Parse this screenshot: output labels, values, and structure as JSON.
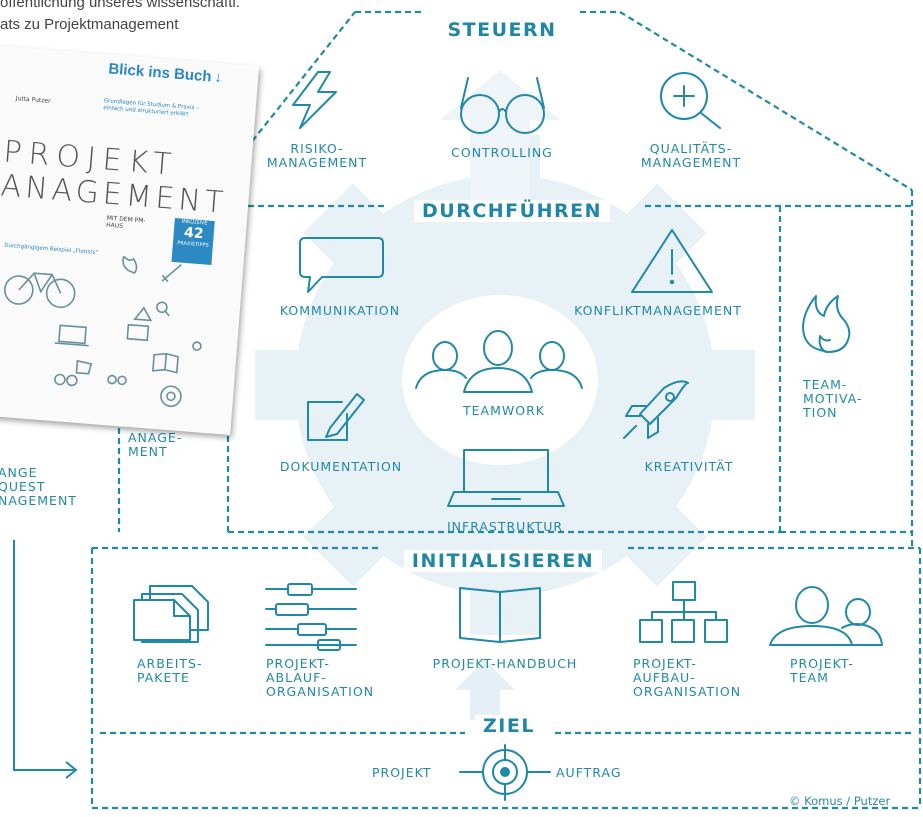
{
  "caption": {
    "line1": "öffentlichung unseres wissenschaftl.",
    "line2": "ats zu Projektmanagement"
  },
  "book": {
    "badge": "Blick ins Buch",
    "authors": "Jutta Putzer",
    "subtitle": "Grundlagen für Studium & Praxis – einfach und strukturiert erklärt",
    "title_line1": "PROJEKT",
    "title_line2": "ANAGEMENT",
    "with_line": "MIT DEM PM-HAUS",
    "tag": "Durchgängigem Beispiel „Florists“",
    "sticker_top": "INKLUSIVE",
    "sticker_num": "42",
    "sticker_bottom": "PRAXISTIPPS"
  },
  "sections": {
    "steuern": "STEUERN",
    "durchfuehren": "DURCHFÜHREN",
    "initialisieren": "INITIALISIEREN",
    "ziel": "ZIEL"
  },
  "steuern_items": {
    "risiko": "RISIKO-\nMANAGEMENT",
    "controlling": "CONTROLLING",
    "qualitaet": "QUALITÄTS-\nMANAGEMENT"
  },
  "durch_items": {
    "kommunikation": "KOMMUNIKATION",
    "konflikt": "KONFLIKTMANAGEMENT",
    "teamwork": "TEAMWORK",
    "dokumentation": "DOKUMENTATION",
    "kreativitaet": "KREATIVITÄT",
    "infrastruktur": "INFRASTRUKTUR",
    "team_motivation": "TEAM-\nMOTIVA-\nTION"
  },
  "left_pillar": {
    "partial": "ANAGE-\nMENT",
    "change": "ANGE\nQUEST\nNAGEMENT"
  },
  "init_items": {
    "arbeitspakete": "ARBEITS-\nPAKETE",
    "ablauf": "PROJEKT-\nABLAUF-\nORGANISATION",
    "handbuch": "PROJEKT-HANDBUCH",
    "aufbau": "PROJEKT-\nAUFBAU-\nORGANISATION",
    "team": "PROJEKT-\nTEAM"
  },
  "ziel_items": {
    "projekt": "PROJEKT",
    "auftrag": "AUFTRAG"
  },
  "credit": "© Komus / Putzer",
  "colors": {
    "line": "#2189a8",
    "gear": "#e6f0f5",
    "caption": "#444444"
  }
}
